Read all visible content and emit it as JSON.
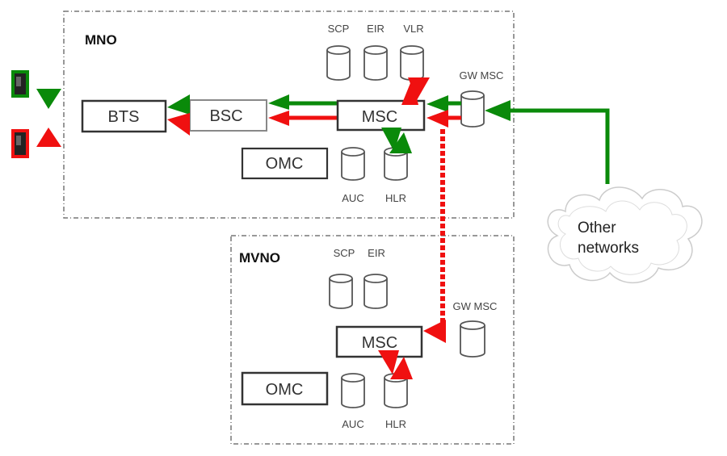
{
  "diagram": {
    "colors": {
      "green": "#0a8a0a",
      "red": "#f01010",
      "box_border": "#333333",
      "dash_border": "#666666",
      "cloud": "#cccccc"
    },
    "mno": {
      "title": "MNO",
      "bts": "BTS",
      "bsc": "BSC",
      "msc": "MSC",
      "omc": "OMC",
      "db_top": [
        "SCP",
        "EIR",
        "VLR"
      ],
      "gw_msc": "GW MSC",
      "auc": "AUC",
      "hlr": "HLR"
    },
    "mvno": {
      "title": "MVNO",
      "msc": "MSC",
      "omc": "OMC",
      "db_top": [
        "SCP",
        "EIR"
      ],
      "gw_msc": "GW MSC",
      "auc": "AUC",
      "hlr": "HLR"
    },
    "cloud": {
      "line1": "Other",
      "line2": "networks"
    },
    "handsets": [
      "handset-green",
      "handset-red"
    ]
  }
}
